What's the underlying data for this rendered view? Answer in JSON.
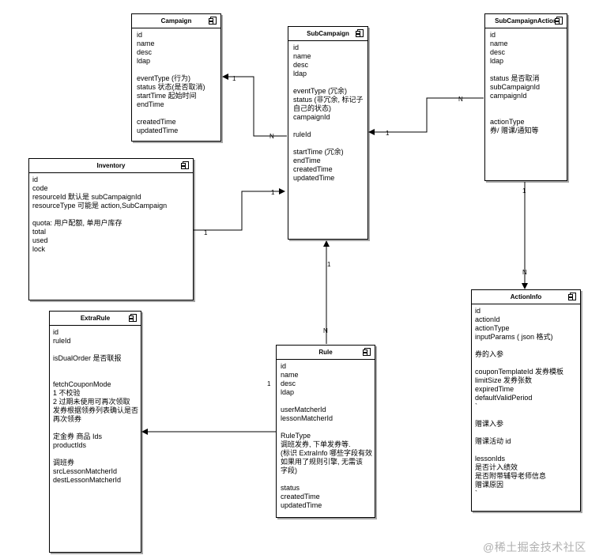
{
  "classes": {
    "campaign": {
      "title": "Campaign",
      "lines": [
        "id",
        "name",
        "desc",
        "ldap",
        "",
        "eventType (行为)",
        "status 状态(是否取消)",
        "startTime 起始时间",
        "endTime",
        "",
        "createdTime",
        "updatedTime"
      ]
    },
    "subcampaign": {
      "title": "SubCampaign",
      "lines": [
        "id",
        "name",
        "desc",
        "ldap",
        "",
        "eventType (冗余)",
        "status (非冗余, 标记子",
        "自己的状态)",
        "campaignId",
        "",
        "ruleId",
        "",
        "startTime (冗余)",
        "endTime",
        "createdTime",
        "updatedTime"
      ]
    },
    "subcampaign_action": {
      "title": "SubCampaignAction",
      "lines": [
        "id",
        "name",
        "desc",
        "ldap",
        "",
        "status 是否取消",
        "subCampaignId",
        "campaignId",
        "",
        "",
        "actionType",
        "券/ 赠课/通知等"
      ]
    },
    "inventory": {
      "title": "Inventory",
      "lines": [
        "id",
        "code",
        "resourceId  默认是 subCampaignId",
        "resourceType  可能是 action,SubCampaign",
        "",
        "quota: 用户配额, 单用户库存",
        "total",
        "used",
        "lock"
      ]
    },
    "extrarule": {
      "title": "ExtraRule",
      "lines": [
        "id",
        "ruleId",
        "",
        "isDualOrder 是否联报",
        "",
        "",
        "fetchCouponMode",
        "1 不校验",
        "2 过期未使用可再次领取",
        "发券根据领券列表确认是否",
        "再次领券",
        "",
        "定金券 商品 Ids",
        "productIds",
        "",
        "调班券",
        "srcLessonMatcherId",
        "destLessonMatcherId"
      ]
    },
    "rule": {
      "title": "Rule",
      "lines": [
        "id",
        "name",
        "desc",
        "ldap",
        "",
        "userMatcherId",
        "lessonMatcherId",
        "",
        "RuleType",
        "调班发券, 下单发券等.",
        "(标识 ExtraInfo 哪些字段有效",
        "如果用了规则引擎, 无需该",
        "字段)",
        "",
        "status",
        "createdTime",
        "updatedTime"
      ]
    },
    "actioninfo": {
      "title": "ActionInfo",
      "lines": [
        "id",
        "actionId",
        "actionType",
        "inputParams ( json 格式)",
        "",
        "券的入参",
        "",
        "couponTemplateId 发券模板",
        "limitSize 发券张数",
        "expiredTime",
        "defaultValidPeriod",
        "`",
        "",
        "赠课入参",
        "",
        "赠课活动 id",
        "",
        "lessonIds",
        "是否计入绩效",
        "是否附带辅导老师信息",
        "赠课原因",
        "`"
      ]
    }
  },
  "multiplicity": {
    "sub_to_campaign_one": "1",
    "sub_to_campaign_many": "N",
    "action_to_sub_one": "1",
    "action_to_sub_many": "N",
    "inventory_to_sub_one": "1",
    "inventory_side_one": "1",
    "rule_to_sub_one": "1",
    "rule_to_sub_many": "N",
    "action_to_info_one": "1",
    "action_to_info_many": "N",
    "rule_to_extra_one": "1"
  },
  "watermark": "@稀土掘金技术社区"
}
